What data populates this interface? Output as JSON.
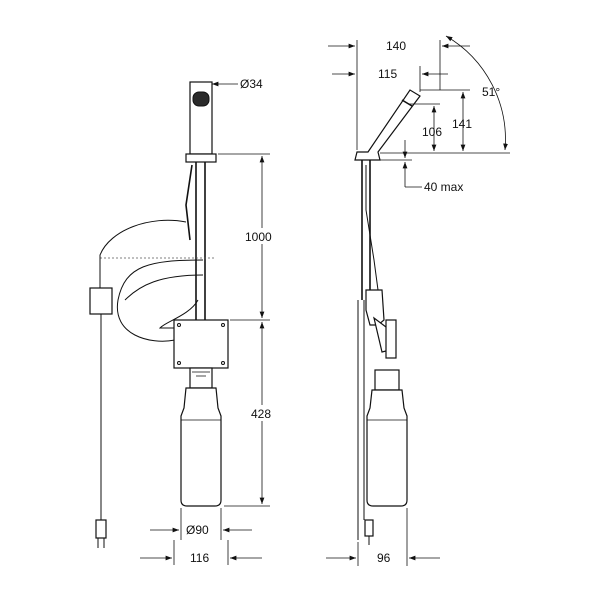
{
  "dimensions": {
    "front_width_top": "Ø34",
    "front_height_upper": "1000",
    "front_height_lower": "428",
    "front_bottle_diameter": "Ø90",
    "front_base_width": "116",
    "side_length_total": "140",
    "side_length_spout": "115",
    "side_angle": "51°",
    "side_height_total": "141",
    "side_height_spout": "106",
    "side_depth_max": "40 max",
    "side_base_width": "96"
  }
}
